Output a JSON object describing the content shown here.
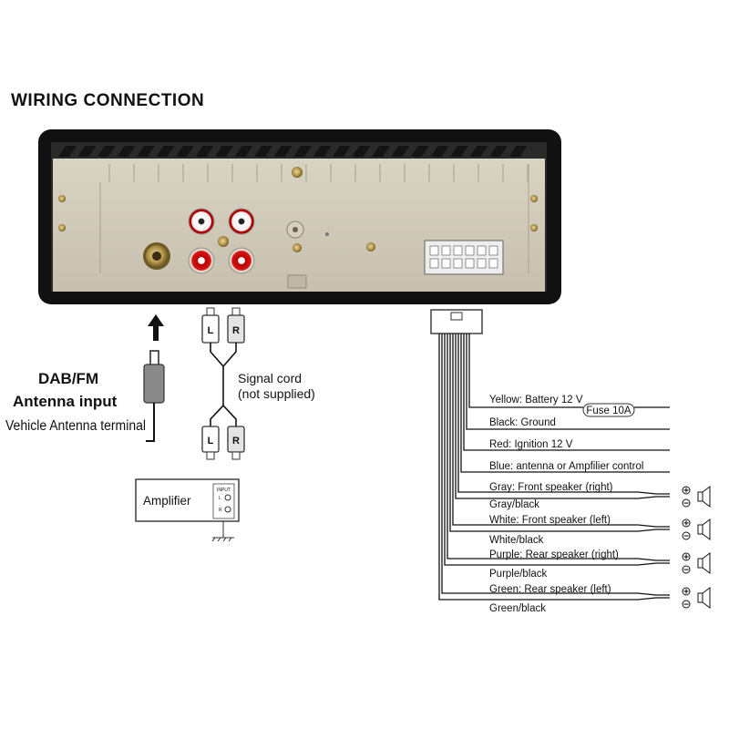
{
  "title": "WIRING CONNECTION",
  "antenna": {
    "heading_1": "DAB/FM",
    "heading_2": "Antenna input",
    "terminal": "Vehicle Antenna terminal"
  },
  "signal_cord": {
    "line_1": "Signal cord",
    "line_2": "(not supplied)",
    "left": "L",
    "right": "R"
  },
  "amplifier": {
    "label": "Amplifier",
    "input_label": "INPUT",
    "l": "L",
    "r": "R"
  },
  "fuse": "Fuse 10A",
  "wires": [
    {
      "label": "Yellow: Battery 12 V",
      "color": "#e8c800"
    },
    {
      "label": "Black: Ground",
      "color": "#000000"
    },
    {
      "label": "Red: Ignition 12 V",
      "color": "#d01010"
    },
    {
      "label": "Blue: antenna or Ampfilier control",
      "color": "#1a4fd0"
    },
    {
      "label": "Gray: Front speaker (right)",
      "color": "#888888"
    },
    {
      "label": "Gray/black",
      "color": "#666666"
    },
    {
      "label": "White: Front speaker (left)",
      "color": "#ffffff"
    },
    {
      "label": "White/black",
      "color": "#dddddd"
    },
    {
      "label": "Purple: Rear speaker (right)",
      "color": "#7a2aa0"
    },
    {
      "label": "Purple/black",
      "color": "#5a1a80"
    },
    {
      "label": "Green: Rear speaker (left)",
      "color": "#20a040"
    },
    {
      "label": "Green/black",
      "color": "#107030"
    }
  ],
  "polarity": {
    "plus": "+",
    "minus": "−"
  }
}
